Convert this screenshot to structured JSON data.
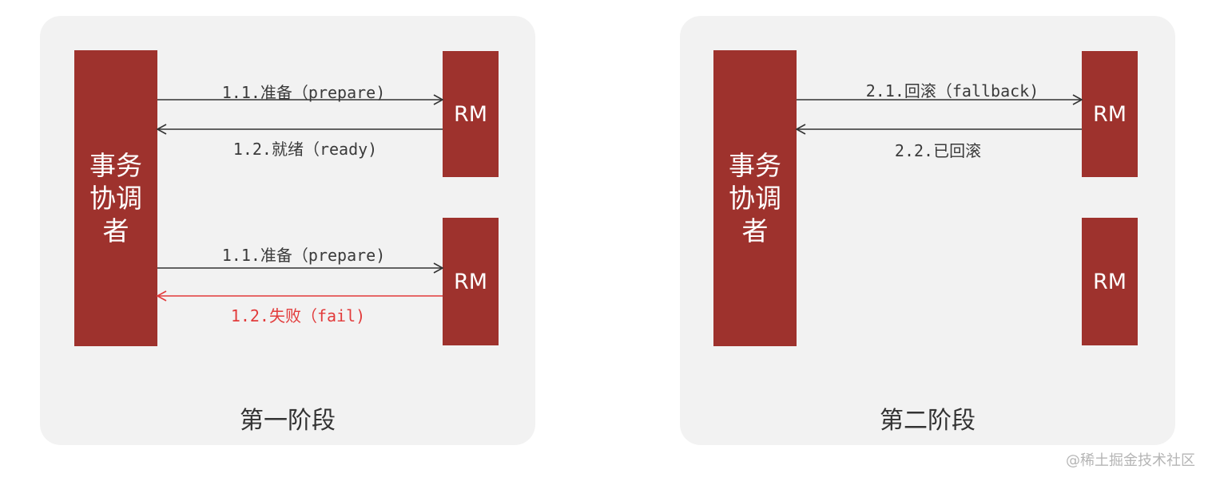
{
  "colors": {
    "block": "#9e322d",
    "panel": "#f2f2f2",
    "arrow": "#333333",
    "fail": "#e23b3b"
  },
  "phase1": {
    "coordinator": "事务协调者",
    "rm_top": "RM",
    "rm_bottom": "RM",
    "msg_prepare_top": "1.1.准备（prepare)",
    "msg_ready": "1.2.就绪（ready)",
    "msg_prepare_bottom": "1.1.准备（prepare)",
    "msg_fail": "1.2.失败（fail)",
    "title": "第一阶段"
  },
  "phase2": {
    "coordinator": "事务协调者",
    "rm_top": "RM",
    "rm_bottom": "RM",
    "msg_fallback": "2.1.回滚（fallback)",
    "msg_rolled_back": "2.2.已回滚",
    "title": "第二阶段"
  },
  "watermark": "@稀土掘金技术社区"
}
